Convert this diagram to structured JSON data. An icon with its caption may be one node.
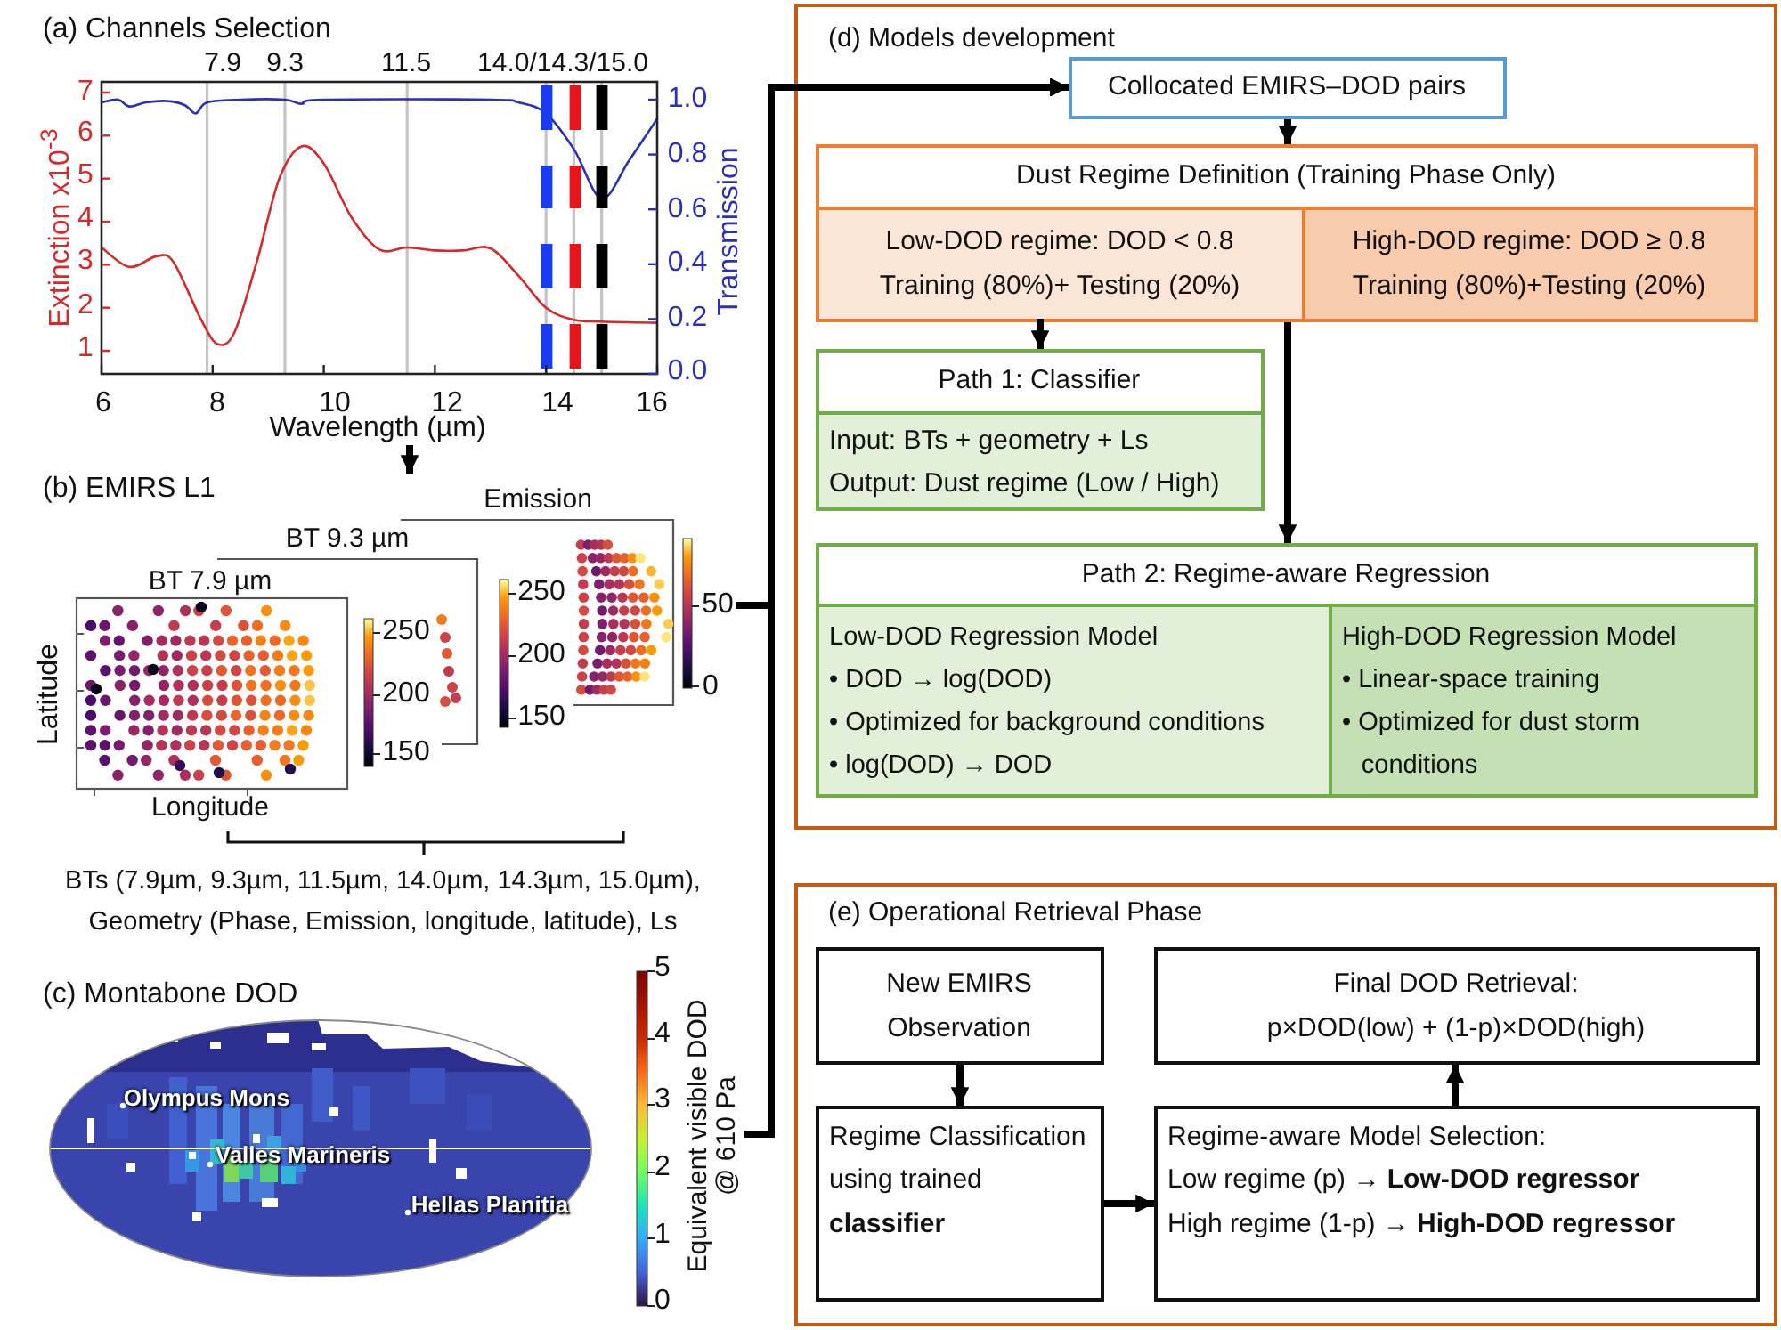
{
  "diagram": {
    "nodes": [
      {
        "text": [
          "(a) Channels Selection"
        ],
        "beside": [
          "7.9",
          "9.3",
          "11.5",
          "14.0/14.3/15.0",
          "7",
          "6",
          "5",
          "4",
          "3",
          "2",
          "1",
          "Extinction x10$^{-3}$",
          "1.0",
          "0.8",
          "0.6",
          "0.4",
          "0.2",
          "0.0",
          "Transmission",
          "6",
          "8",
          "10",
          "12",
          "14",
          "16",
          "Wavelength (µm)"
        ]
      },
      {
        "text": [
          "(b) EMIRS L1",
          "Emission",
          "BT 9.3 µm",
          "BT 7.9 µm",
          "250",
          "200",
          "150",
          "250",
          "200",
          "150",
          "50",
          "0",
          "Latitude",
          "Longitude"
        ]
      },
      {
        "text": [
          "(c) Montabone DOD",
          "Olympus Mons",
          "Valles Marineris",
          "Hellas Planitia",
          "5",
          "4",
          "3",
          "2",
          "1",
          "0",
          "Equivalent visible DOD @ 610 Pa"
        ]
      },
      {
        "text": [
          "(d) Models development"
        ]
      },
      {
        "text": [
          "Collocated EMIRS–DOD pairs"
        ],
        "in": 3
      },
      {
        "text": [
          "Dust Regime Definition (Training Phase Only)"
        ],
        "in": 3
      },
      {
        "text": [
          "Low-DOD regime: DOD < 0.8",
          "Training (80%)+ Testing (20%)"
        ],
        "in": 5
      },
      {
        "text": [
          "High-DOD regime: DOD ≥ 0.8",
          "Training (80%)+Testing (20%)"
        ],
        "in": 5
      },
      {
        "text": [
          "Path 1: Classifier",
          "Input: BTs + geometry + Ls",
          "Output: Dust regime (Low / High)"
        ],
        "in": 3
      },
      {
        "text": [
          "Path 2: Regime-aware Regression"
        ],
        "in": 3
      },
      {
        "text": [
          "Low-DOD Regression Model",
          "• DOD → log(DOD)",
          "• Optimized for background conditions",
          "• log(DOD) → DOD"
        ],
        "in": 9
      },
      {
        "text": [
          "High-DOD Regression Model",
          "• Linear-space training",
          "• Optimized for dust storm conditions"
        ],
        "in": 9
      },
      {
        "text": [
          "(e) Operational Retrieval Phase"
        ]
      },
      {
        "text": [
          "New EMIRS Observation"
        ],
        "in": 12
      },
      {
        "text": [
          "Final DOD Retrieval:",
          "p×DOD(low) + (1-p)×DOD(high)"
        ],
        "in": 12
      },
      {
        "text": [
          "Regime Classification using trained **classifier**"
        ],
        "in": 12
      },
      {
        "text": [
          "Regime-aware Model Selection:",
          "Low regime (p) → **Low-DOD regressor**",
          "High regime (1-p) → **High-DOD regressor**"
        ],
        "in": 12
      }
    ],
    "edges": [
      {
        "from": 0,
        "to": 1,
        "arrow": "to"
      },
      {
        "from": 1,
        "to": 4,
        "arrow": "to"
      },
      {
        "from": 2,
        "to": 4,
        "arrow": "to"
      },
      {
        "from": 4,
        "to": 5,
        "arrow": "to"
      },
      {
        "from": 6,
        "to": 8,
        "arrow": "to"
      },
      {
        "from": 5,
        "to": 9,
        "arrow": "to"
      },
      {
        "from": 13,
        "to": 15,
        "arrow": "to"
      },
      {
        "from": 15,
        "to": 16,
        "arrow": "to"
      },
      {
        "from": 16,
        "to": 14,
        "arrow": "to"
      }
    ],
    "labels": [
      "BTs (7.9µm, 9.3µm, 11.5µm, 14.0µm, 14.3µm, 15.0µm), Geometry (Phase, Emission, longitude, latitude), Ls"
    ]
  }
}
